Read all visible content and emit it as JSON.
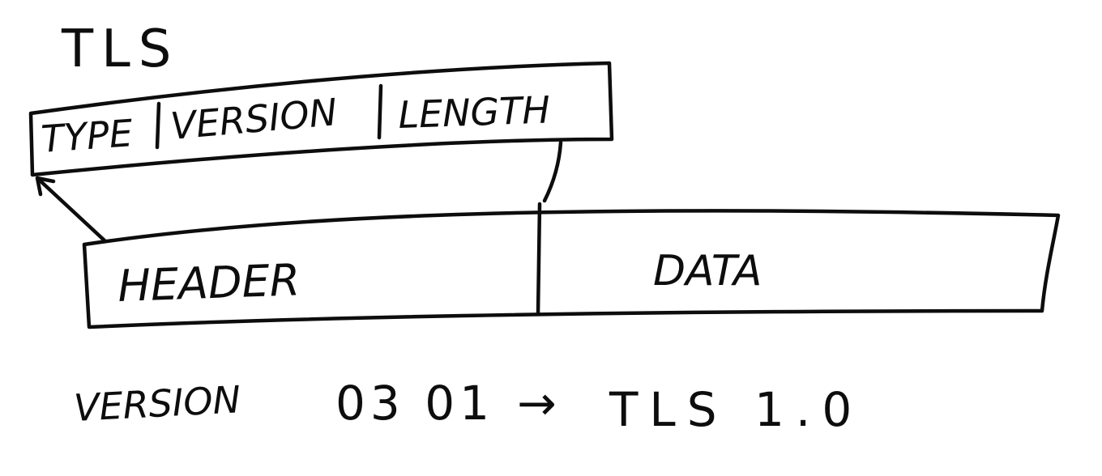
{
  "title": "TLS",
  "header_fields": {
    "type": "TYPE",
    "version": "VERSION",
    "length": "LENGTH"
  },
  "record": {
    "header": "HEADER",
    "data": "DATA"
  },
  "footnote": {
    "label": "VERSION",
    "bytes": "03 01",
    "arrow": "→",
    "result": "TLS 1.0"
  }
}
